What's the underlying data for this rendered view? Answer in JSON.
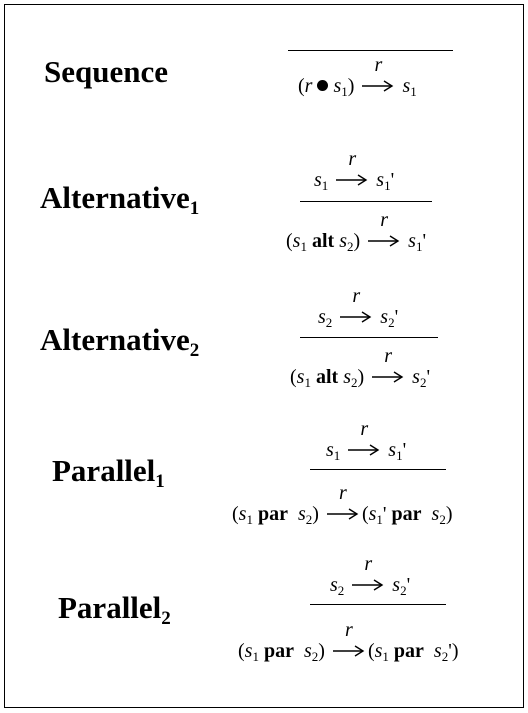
{
  "rules": [
    {
      "name": "Sequence",
      "sub": "",
      "label": "r",
      "premise": "",
      "conclusion_kind": "seq"
    },
    {
      "name": "Alternative",
      "sub": "1",
      "label": "r",
      "premise_kind": "s1",
      "conclusion_kind": "alt1"
    },
    {
      "name": "Alternative",
      "sub": "2",
      "label": "r",
      "premise_kind": "s2",
      "conclusion_kind": "alt2"
    },
    {
      "name": "Parallel",
      "sub": "1",
      "label": "r",
      "premise_kind": "s1",
      "conclusion_kind": "par1"
    },
    {
      "name": "Parallel",
      "sub": "2",
      "label": "r",
      "premise_kind": "s2",
      "conclusion_kind": "par2"
    }
  ],
  "symbols": {
    "r": "r",
    "s": "s",
    "one": "1",
    "two": "2",
    "prime": "'",
    "lp": "(",
    "rp": ")",
    "alt": "alt",
    "par": "par"
  }
}
